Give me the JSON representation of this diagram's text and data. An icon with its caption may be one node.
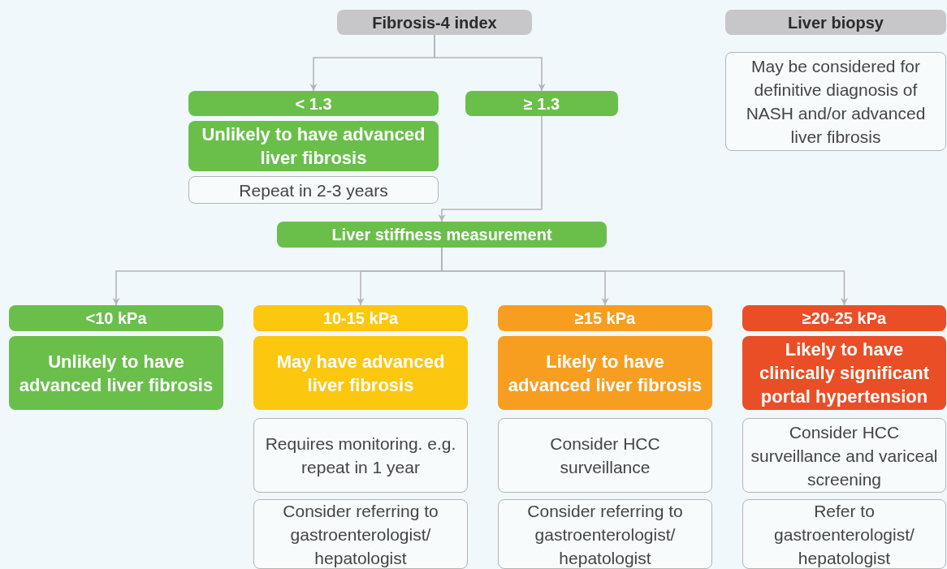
{
  "diagram": {
    "nodes": [
      {
        "text": [
          "Fibrosis-4 index"
        ]
      },
      {
        "text": [
          "< 1.3"
        ]
      },
      {
        "text": [
          "Unlikely to have advanced liver fibrosis"
        ]
      },
      {
        "text": [
          "Repeat in 2-3 years"
        ]
      },
      {
        "text": [
          "≥ 1.3"
        ]
      },
      {
        "text": [
          "Liver biopsy"
        ]
      },
      {
        "text": [
          "May be considered for definitive diagnosis of NASH and/or advanced liver fibrosis"
        ]
      },
      {
        "text": [
          "Liver stiffness measurement"
        ]
      },
      {
        "text": [
          "<10 kPa"
        ]
      },
      {
        "text": [
          "Unlikely to have advanced liver fibrosis"
        ]
      },
      {
        "text": [
          "10-15 kPa"
        ]
      },
      {
        "text": [
          "May have advanced liver fibrosis"
        ]
      },
      {
        "text": [
          "Requires monitoring. e.g. repeat in 1 year"
        ]
      },
      {
        "text": [
          "Consider referring to gastroenterologist/ hepatologist"
        ]
      },
      {
        "text": [
          "≥15 kPa"
        ]
      },
      {
        "text": [
          "Likely to have advanced liver fibrosis"
        ]
      },
      {
        "text": [
          "Consider HCC surveillance"
        ]
      },
      {
        "text": [
          "Consider referring to gastroenterologist/ hepatologist"
        ]
      },
      {
        "text": [
          "≥20-25 kPa"
        ]
      },
      {
        "text": [
          "Likely to have clinically significant portal hypertension"
        ]
      },
      {
        "text": [
          "Consider HCC surveillance and variceal screening"
        ]
      },
      {
        "text": [
          "Refer to gastroenterologist/ hepatologist"
        ]
      }
    ],
    "edges": [
      {
        "from": 0,
        "to": 1,
        "arrow": "to"
      },
      {
        "from": 0,
        "to": 4,
        "arrow": "to"
      },
      {
        "from": 4,
        "to": 7,
        "arrow": "to"
      },
      {
        "from": 7,
        "to": 8,
        "arrow": "to"
      },
      {
        "from": 7,
        "to": 10,
        "arrow": "to"
      },
      {
        "from": 7,
        "to": 14,
        "arrow": "to"
      },
      {
        "from": 7,
        "to": 18,
        "arrow": "to"
      }
    ]
  }
}
